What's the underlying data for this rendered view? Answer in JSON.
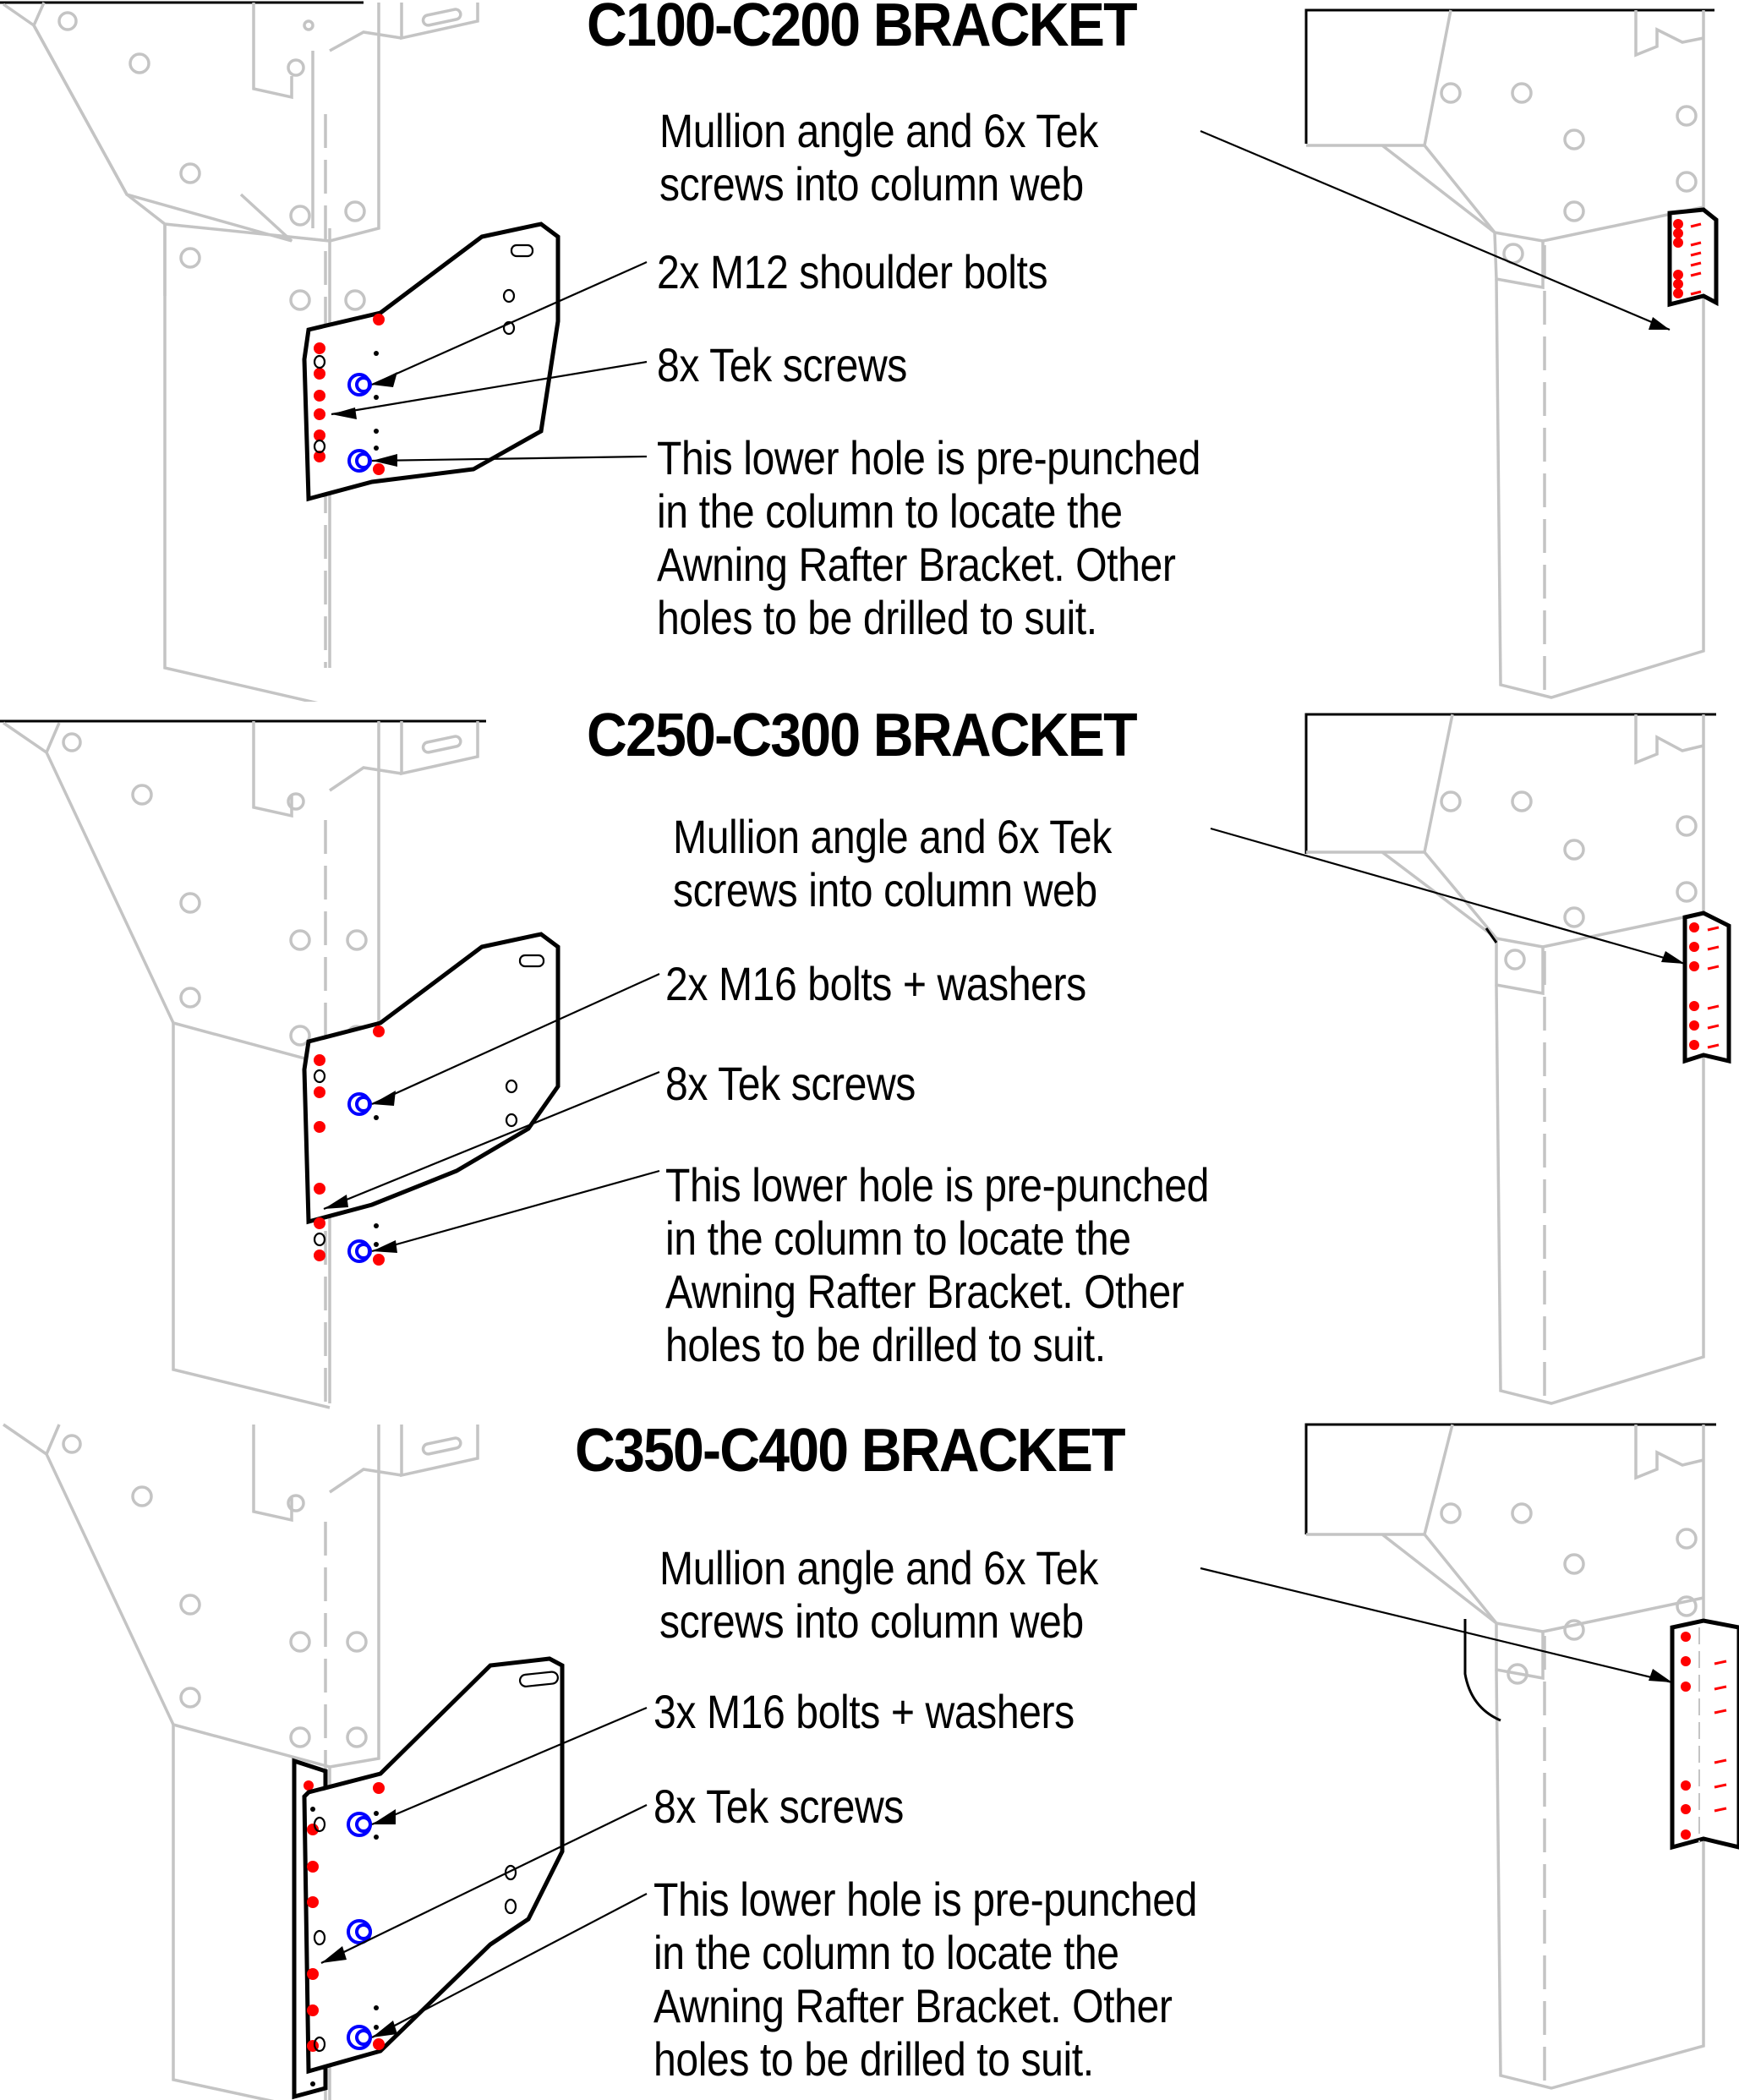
{
  "colors": {
    "screw_red": "#ff0000",
    "bolt_blue": "#0000ff",
    "ghost_grey": "#c4c4c4",
    "outline_black": "#000000"
  },
  "sections": [
    {
      "title": "C100-C200 BRACKET",
      "mullion_note": [
        "Mullion angle and 6x Tek",
        "screws into column web"
      ],
      "bolts_label": "2x M12 shoulder bolts",
      "tek_label": "8x Tek screws",
      "hole_note": [
        "This lower hole is pre-punched",
        "in the column to locate the",
        "Awning Rafter Bracket. Other",
        "holes to be drilled to suit."
      ]
    },
    {
      "title": "C250-C300 BRACKET",
      "mullion_note": [
        "Mullion angle and 6x Tek",
        "screws into column web"
      ],
      "bolts_label": "2x M16 bolts + washers",
      "tek_label": "8x Tek screws",
      "hole_note": [
        "This lower hole is pre-punched",
        "in the column to locate the",
        "Awning Rafter Bracket. Other",
        "holes to be drilled to suit."
      ]
    },
    {
      "title": "C350-C400 BRACKET",
      "mullion_note": [
        "Mullion angle and 6x Tek",
        "screws into column web"
      ],
      "bolts_label": "3x M16 bolts + washers",
      "tek_label": "8x Tek screws",
      "hole_note": [
        "This lower hole is pre-punched",
        "in the column to locate the",
        "Awning Rafter Bracket. Other",
        "holes to be drilled to suit."
      ]
    }
  ]
}
